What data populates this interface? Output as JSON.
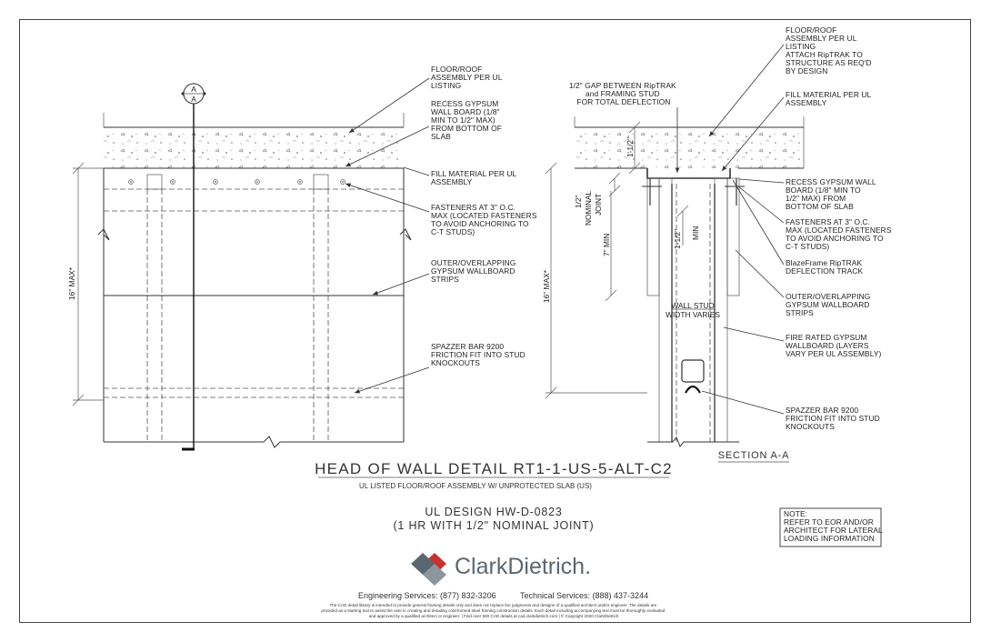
{
  "title": {
    "main": "HEAD OF WALL DETAIL RT1-1-US-5-ALT-C2",
    "sub": "UL LISTED FLOOR/ROOF ASSEMBLY W/ UNPROTECTED SLAB (US)"
  },
  "design": {
    "line1": "UL DESIGN HW-D-0823",
    "line2": "(1 HR WITH 1/2\" NOMINAL JOINT)"
  },
  "section_label": "SECTION A-A",
  "section_marker": {
    "top": "A",
    "bottom": "A"
  },
  "left_notes": [
    [
      "FLOOR/ROOF",
      "ASSEMBLY PER UL",
      "LISTING"
    ],
    [
      "RECESS GYPSUM",
      "WALL BOARD (1/8\"",
      "MIN TO 1/2\" MAX)",
      "FROM BOTTOM OF",
      "SLAB"
    ],
    [
      "FILL MATERIAL PER UL",
      "ASSEMBLY"
    ],
    [
      "FASTENERS AT 3\" O.C.",
      "MAX (LOCATED FASTENERS",
      "TO AVOID ANCHORING TO",
      "C-T STUDS)"
    ],
    [
      "OUTER/OVERLAPPING",
      "GYPSUM WALLBOARD",
      "STRIPS"
    ],
    [
      "SPAZZER BAR 9200",
      "FRICTION FIT INTO STUD",
      "KNOCKOUTS"
    ]
  ],
  "left_dim": "16\" MAX*",
  "right_notes": [
    [
      "FLOOR/ROOF",
      "ASSEMBLY PER UL",
      "LISTING",
      "ATTACH RipTRAK TO",
      "STRUCTURE AS REQ'D",
      "BY DESIGN"
    ],
    [
      "FILL MATERIAL PER UL",
      "ASSEMBLY"
    ],
    [
      "RECESS GYPSUM WALL",
      "BOARD (1/8\" MIN TO",
      "1/2\" MAX) FROM",
      "BOTTOM OF SLAB"
    ],
    [
      "FASTENERS AT 3\" O.C.",
      "MAX (LOCATED FASTENERS",
      "TO AVOID ANCHORING TO",
      "C-T STUDS)"
    ],
    [
      "BlazeFrame RipTRAK",
      "DEFLECTION TRACK"
    ],
    [
      "OUTER/OVERLAPPING",
      "GYPSUM WALLBOARD",
      "STRIPS"
    ],
    [
      "FIRE RATED GYPSUM",
      "WALLBOARD (LAYERS",
      "VARY PER UL ASSEMBLY)"
    ],
    [
      "SPAZZER BAR 9200",
      "FRICTION FIT INTO STUD",
      "KNOCKOUTS"
    ]
  ],
  "gap_note": [
    "1/2\" GAP BETWEEN RipTRAK",
    "and FRAMING STUD",
    "FOR TOTAL DEFLECTION"
  ],
  "section_dims": {
    "top": "1-1/2\"",
    "joint_a": "1/2\"",
    "joint_b": "NOMINAL",
    "joint_c": "JOINT",
    "seven_min": "7\" MIN",
    "inner": "1-1/2\"",
    "inner_min": "MIN",
    "height": "16\" MAX*",
    "stud_a": "WALL STUD",
    "stud_b": "WIDTH VARIES"
  },
  "note_box": [
    "NOTE:",
    "REFER TO EOR AND/OR",
    "ARCHITECT FOR LATERAL",
    "LOADING INFORMATION"
  ],
  "brand": {
    "name": "ClarkDietrich.",
    "colors": {
      "red": "#c8322e",
      "gray": "#5b6770",
      "light": "#8a959c"
    }
  },
  "contact": {
    "engineering": "Engineering Services: (877) 832-3206",
    "technical": "Technical Services: (888) 437-3244"
  },
  "disclaimer": [
    "The CAD detail library is intended to provide general framing details only and does not replace the judgments and designs of a qualified architect and/or engineer. The details are",
    "provided as a starting tool to assist the user in creating and detailing cold-formed steel framing construction details. Each detail including accompanying text must be thoroughly evaluated",
    "and approved by a qualified architect or engineer.   |   Find over 500 CAD details at cad.clarkdietrich.com   |   © Copyright 2020 ClarkDietrich"
  ]
}
